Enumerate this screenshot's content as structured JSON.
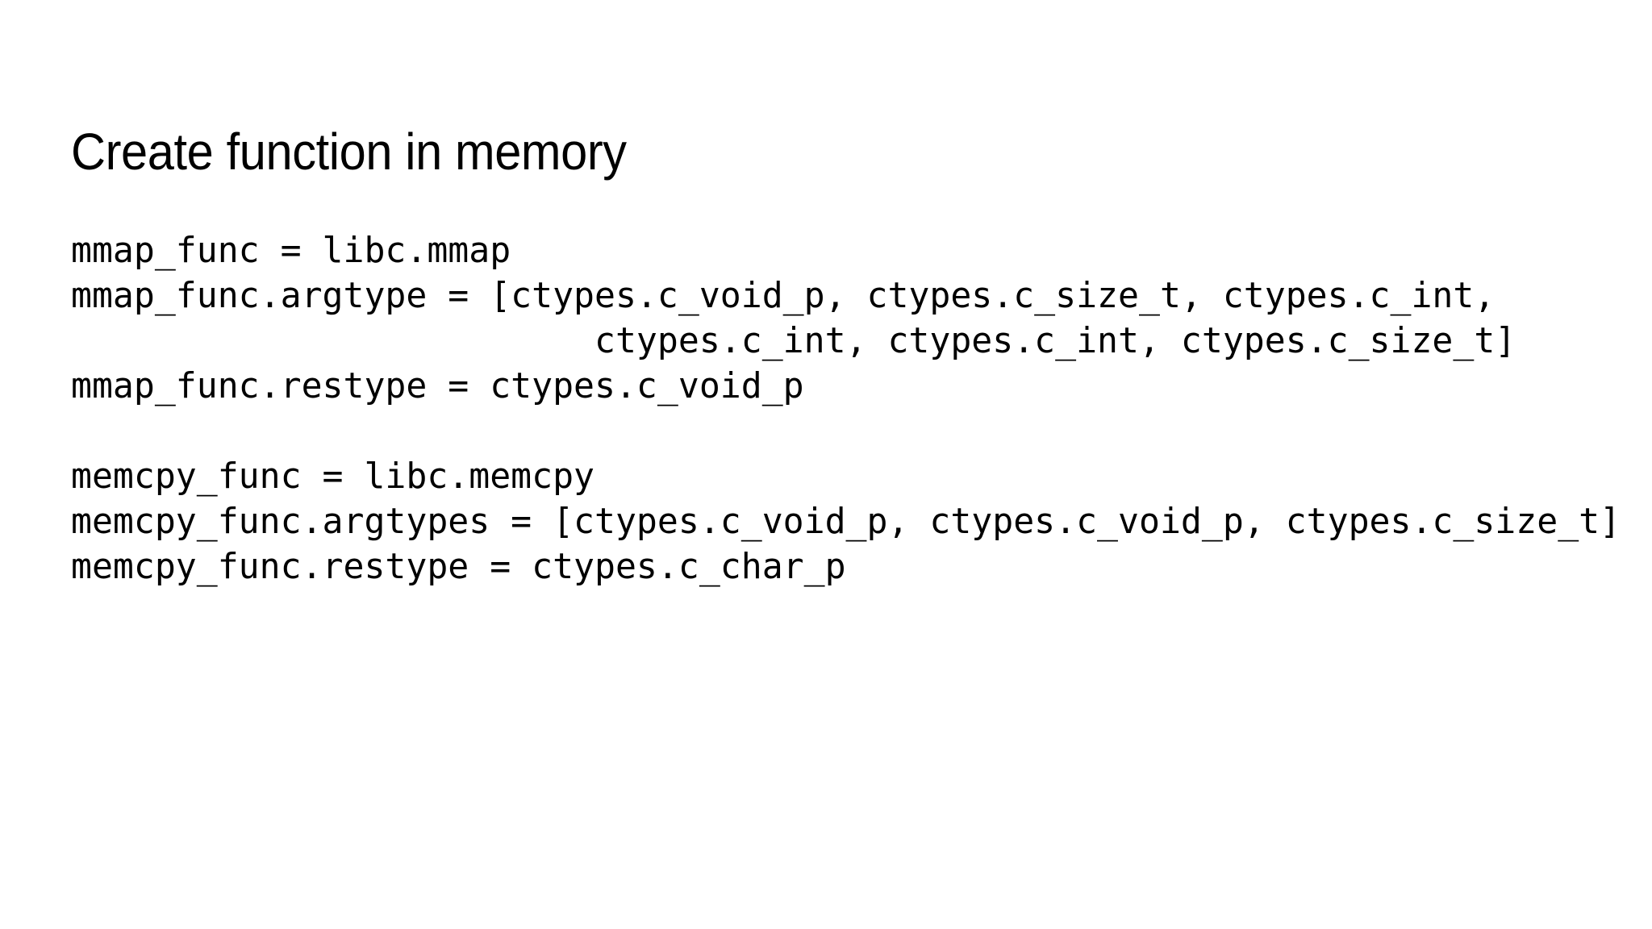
{
  "slide": {
    "title": "Create function in memory",
    "background_color": "#ffffff",
    "text_color": "#000000"
  },
  "code": {
    "language": "python",
    "lines": [
      "mmap_func = libc.mmap",
      "mmap_func.argtype = [ctypes.c_void_p, ctypes.c_size_t, ctypes.c_int,",
      "                         ctypes.c_int, ctypes.c_int, ctypes.c_size_t]",
      "mmap_func.restype = ctypes.c_void_p",
      "",
      "memcpy_func = libc.memcpy",
      "memcpy_func.argtypes = [ctypes.c_void_p, ctypes.c_void_p, ctypes.c_size_t]",
      "memcpy_func.restype = ctypes.c_char_p"
    ]
  }
}
